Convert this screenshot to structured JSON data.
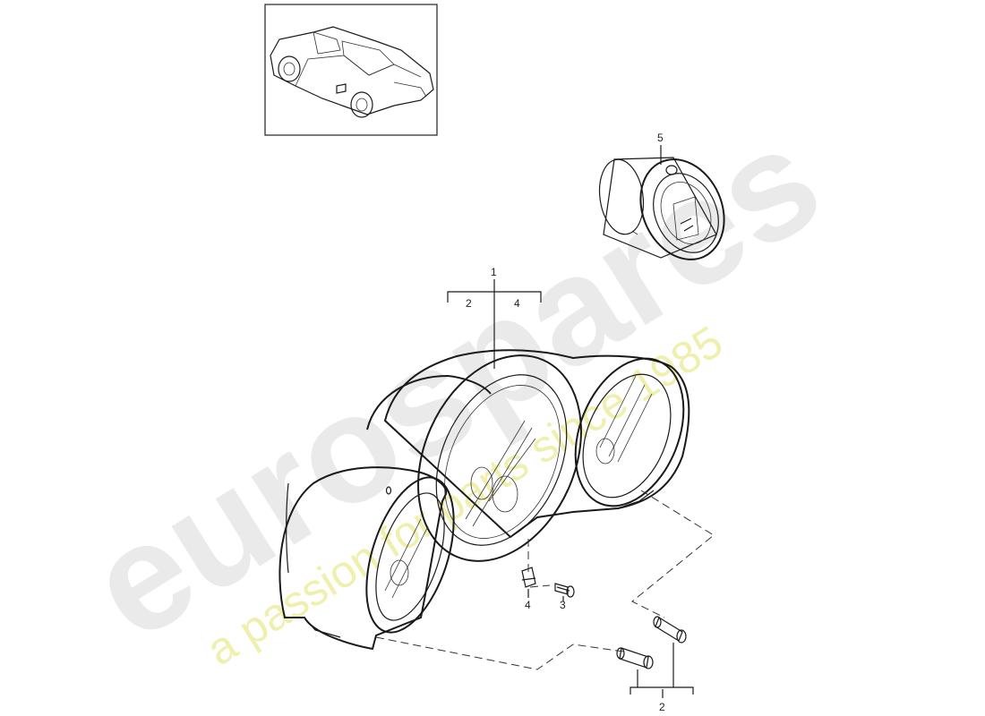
{
  "diagram": {
    "callouts": {
      "c1": "1",
      "c2a": "2",
      "c4a": "4",
      "c5": "5",
      "c3": "3",
      "c4b": "4",
      "c2b": "2"
    },
    "watermark": {
      "brand": "eurospares",
      "tagline": "a passion for parts since 1985"
    }
  }
}
